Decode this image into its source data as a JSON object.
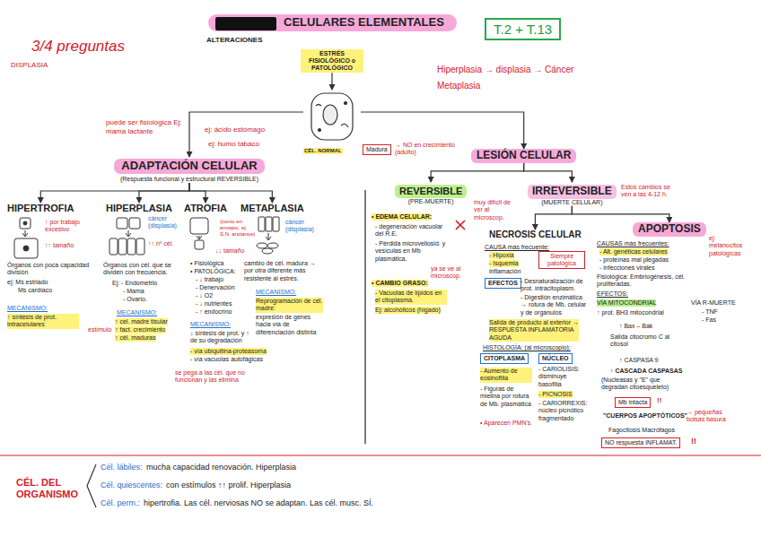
{
  "diagram": {
    "nodes": [
      {
        "text": [
          "CELULARES ELEMENTALES"
        ]
      },
      {
        "text": [
          "T.2 + T.13"
        ]
      },
      {
        "text": [
          "ESTRÉS FISIOLÓGICO o PATOLÓGICO"
        ]
      },
      {
        "text": [
          "CÉL. NORMAL"
        ]
      },
      {
        "text": [
          "Madura"
        ]
      },
      {
        "text": [
          "ADAPTACIÓN CELULAR",
          "(Respuesta funcional y estructural REVERSIBLE)"
        ]
      },
      {
        "text": [
          "LESIÓN CELULAR"
        ]
      },
      {
        "text": [
          "HIPERTROFIA"
        ]
      },
      {
        "text": [
          "HIPERPLASIA"
        ]
      },
      {
        "text": [
          "ATROFIA"
        ]
      },
      {
        "text": [
          "METAPLASIA"
        ]
      },
      {
        "text": [
          "REVERSIBLE",
          "(PRE-MUERTE)"
        ]
      },
      {
        "text": [
          "IRREVERSIBLE",
          "(MUERTE CELULAR)"
        ]
      },
      {
        "text": [
          "NECROSIS CELULAR"
        ]
      },
      {
        "text": [
          "APOPTOSIS"
        ]
      },
      {
        "text": [
          "Siempre patológica"
        ]
      },
      {
        "text": [
          "EFECTOS"
        ]
      },
      {
        "text": [
          "CITOPLASMA"
        ]
      },
      {
        "text": [
          "NÚCLEO"
        ]
      },
      {
        "text": [
          "Mb intacta"
        ]
      },
      {
        "text": [
          "NO respuesta INFLAMAT."
        ]
      }
    ],
    "edges": [
      {
        "from": 2,
        "to": 3,
        "arrow": "to"
      },
      {
        "from": 3,
        "to": 5,
        "arrow": "to"
      },
      {
        "from": 3,
        "to": 6,
        "arrow": "to"
      },
      {
        "from": 5,
        "to": 7,
        "arrow": "to"
      },
      {
        "from": 5,
        "to": 8,
        "arrow": "to"
      },
      {
        "from": 5,
        "to": 9,
        "arrow": "to"
      },
      {
        "from": 5,
        "to": 10,
        "arrow": "to"
      },
      {
        "from": 6,
        "to": 11,
        "arrow": "to"
      },
      {
        "from": 6,
        "to": 12,
        "arrow": "to"
      },
      {
        "from": 12,
        "to": 13,
        "arrow": "to"
      },
      {
        "from": 12,
        "to": 14,
        "arrow": "to"
      }
    ],
    "labels": [
      "3/4 preguntas",
      "DISPLASIA",
      "ALTERACIONES",
      "Hiperplasia → displasia → Cáncer",
      "Metaplasia",
      "→ NO en crecimiento (adulto)",
      "puede ser fisiológica Ej: mama lactante",
      "ej: ácido estómago",
      "ej: humo tabaco",
      "↑ por trabajo excesivo",
      "↑↑ tamaño",
      "Órganos con poca capacidad división",
      "ej: Ms estriado",
      "Ms cardíaco",
      "MECANISMO:",
      "↑ síntesis de prot. intracelulares",
      "cáncer (displasia)",
      "↑↑ nº cél.",
      "Órganos con cél. que se dividen con frecuencia.",
      "Ej: - Endometrio",
      "- Mama",
      "- Ovario.",
      "MECANISMO:",
      "↑ cel. madre tisular",
      "↑ fact. crecimiento",
      "↑ cél. maduras",
      "estímulo",
      "(como en envejec. ej: S.N. ancianos)",
      "↓↓ tamaño",
      "• Fisiológica",
      "• PATOLÓGICA:",
      "- ↓ trabajo",
      "- Denervación",
      "- ↓ O2",
      "- ↓ nutrientes",
      "- ↑ endocrino",
      "MECANISMO:",
      "↓ síntesis de prot. y ↑ de su degradación",
      "- vía ubiquitina-proteasoma",
      "- vía vacuolas autofágicas",
      "se pega a las cél. que no funcionan y las elimina",
      "cáncer (displasia)",
      "cambio de cél. madura → por otra diferente más resistente al estrés.",
      "MECANISMO:",
      "Reprogramación de cél. madre:",
      "expresión de genes hacia vía de diferenciación distinta",
      "muy difícil de ver al microscop.",
      "Estos cambios se ven a las 4-12 h.",
      "• EDEMA CELULAR:",
      "- degeneración vacuolar del R.E.",
      "- Pérdida microvellosid. y vesículas en Mb plasmática.",
      "ya se ve al microscop.",
      "• CAMBIO GRASO:",
      "- Vacuolas de lípidos en el citoplasma.",
      "Ej: alcohólicos (hígado)",
      "CAUSA más frecuente:",
      "- Hipoxia",
      "- Isquemia",
      "inflamación",
      "- Desnaturalización de prot. intracitoplasm.",
      "- Digestión enzimática → rotura de Mb. celular y de orgánulos",
      "Salida de producto al exterior → RESPUESTA INFLAMATORIA AGUDA",
      "HISTOLOGÍA: (al microscopio):",
      "- Aumento de eosinofilia",
      "- Figuras de mielina por rotura de Mb. plasmática",
      "• Aparecen PMN's.",
      "- CARIOLISIS: disminuye basofilia",
      "- PICNOSIS",
      "- CARIORREXIS: núcleo picnótico fragmentado",
      "CAUSAS más frecuentes:",
      "- Alt. genéticas celulares",
      "- proteínas mal plegadas",
      "- infecciones virales",
      "Fisiológica: Embriogénesis, cél. proliferadas.",
      "ej: melanocitos patológicas",
      "EFECTOS:",
      "VÍA MITOCONDRIAL",
      "VÍA R-MUERTE",
      "- TNF",
      "- Fas",
      "↑ prot. BH3 mitocondrial",
      "↑ Bax – Bak",
      "Salida citocromo C al citosol",
      "↑ CASPASA 9",
      "↑ CASCADA CASPASAS",
      "(Nucleasas y \"E\" que degradan citoesqueleto)",
      "!!",
      "\"CUERPOS APOPTÓTICOS\"",
      "→ pequeñas bolsas basura",
      "Fagocitosis Macrófagos",
      "!!",
      "CÉL. DEL ORGANISMO",
      "Cél. lábiles:",
      "mucha capacidad renovación. Hiperplasia",
      "Cél. quiescentes:",
      "con estímulos ↑↑ prolif. Hiperplasia",
      "Cél. perm.:",
      "hipertrofia. Las cél. nerviosas NO se adaptan. Las cél. musc. SÍ."
    ]
  }
}
